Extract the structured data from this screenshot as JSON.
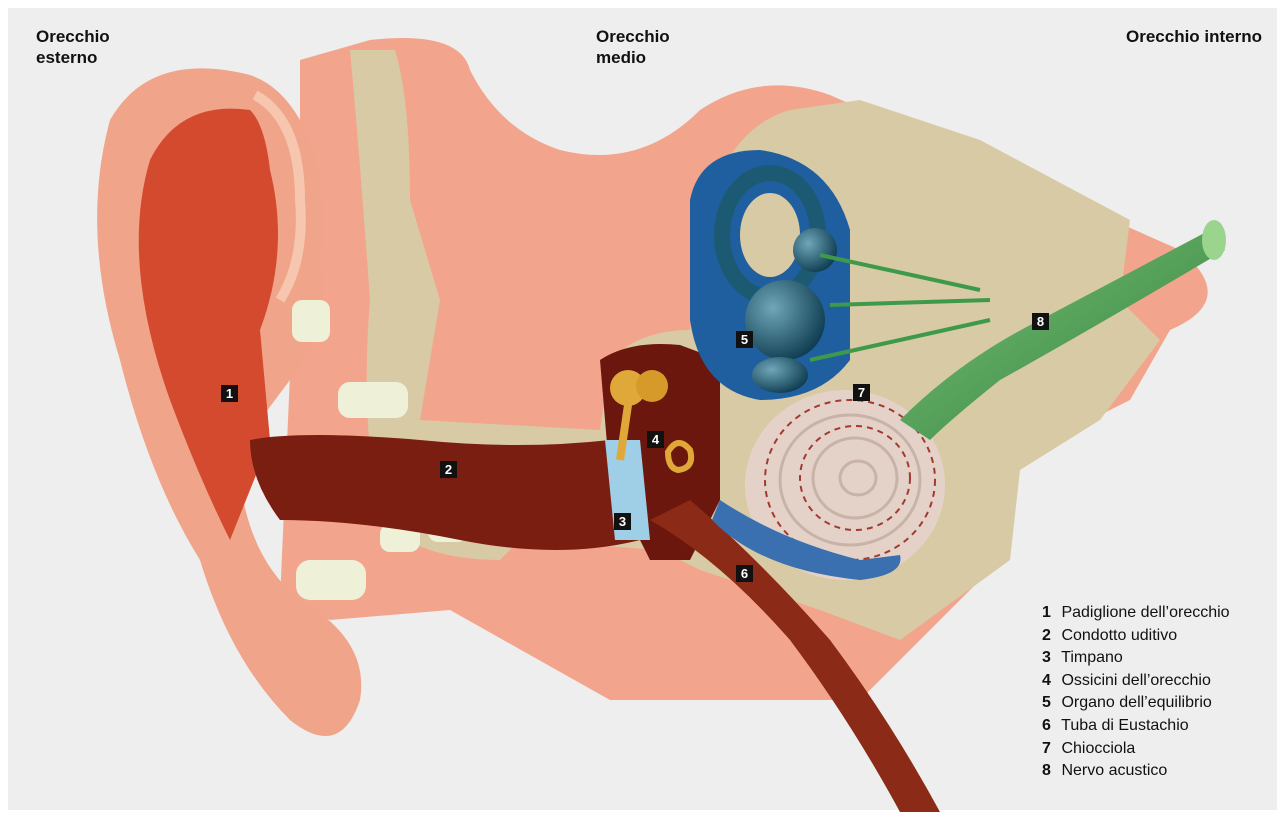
{
  "sections": {
    "outer": [
      "Orecchio",
      "esterno"
    ],
    "middle": [
      "Orecchio",
      "medio"
    ],
    "inner": "Orecchio interno"
  },
  "markers": [
    "1",
    "2",
    "3",
    "4",
    "5",
    "6",
    "7",
    "8"
  ],
  "legend": [
    {
      "num": "1",
      "label": "Padiglione dell’orecchio"
    },
    {
      "num": "2",
      "label": "Condotto uditivo"
    },
    {
      "num": "3",
      "label": "Timpano"
    },
    {
      "num": "4",
      "label": "Ossicini dell’orecchio"
    },
    {
      "num": "5",
      "label": "Organo dell’equilibrio"
    },
    {
      "num": "6",
      "label": "Tuba di Eustachio"
    },
    {
      "num": "7",
      "label": "Chiocciola"
    },
    {
      "num": "8",
      "label": "Nervo acustico"
    }
  ],
  "colors": {
    "background": "#eeeeee",
    "skin": "#f2a58c",
    "bone": "#d8caa4",
    "canal": "#7a1e12",
    "labyrinth": "#1c5a74",
    "nerve": "#3e9a4a",
    "cochlea": "#e4d2c8"
  }
}
